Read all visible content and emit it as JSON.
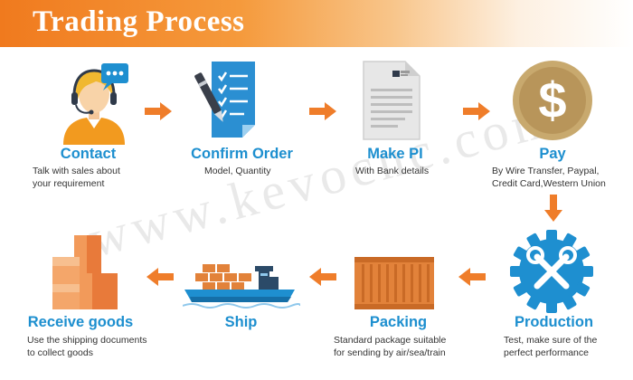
{
  "header": {
    "title": "Trading Process"
  },
  "watermark": "www.kevocnc.com",
  "colors": {
    "accent": "#f07a1e",
    "label": "#1d8fcf"
  },
  "steps": [
    {
      "id": "contact",
      "label": "Contact",
      "desc": "Talk with sales about\nyour requirement",
      "icon": "support-agent-icon"
    },
    {
      "id": "confirm-order",
      "label": "Confirm Order",
      "desc": "Model, Quantity",
      "icon": "checklist-pen-icon"
    },
    {
      "id": "make-pi",
      "label": "Make PI",
      "desc": "With Bank details",
      "icon": "document-icon"
    },
    {
      "id": "pay",
      "label": "Pay",
      "desc": "By Wire Transfer, Paypal,\nCredit Card,Western Union",
      "icon": "dollar-coin-icon"
    },
    {
      "id": "production",
      "label": "Production",
      "desc": "Test, make sure of the\nperfect performance",
      "icon": "gear-tools-icon"
    },
    {
      "id": "packing",
      "label": "Packing",
      "desc": "Standard package suitable\nfor sending by air/sea/train",
      "icon": "shipping-container-icon"
    },
    {
      "id": "ship",
      "label": "Ship",
      "desc": "",
      "icon": "cargo-ship-icon"
    },
    {
      "id": "receive-goods",
      "label": "Receive goods",
      "desc": "Use the shipping documents\nto collect goods",
      "icon": "boxes-icon"
    }
  ]
}
